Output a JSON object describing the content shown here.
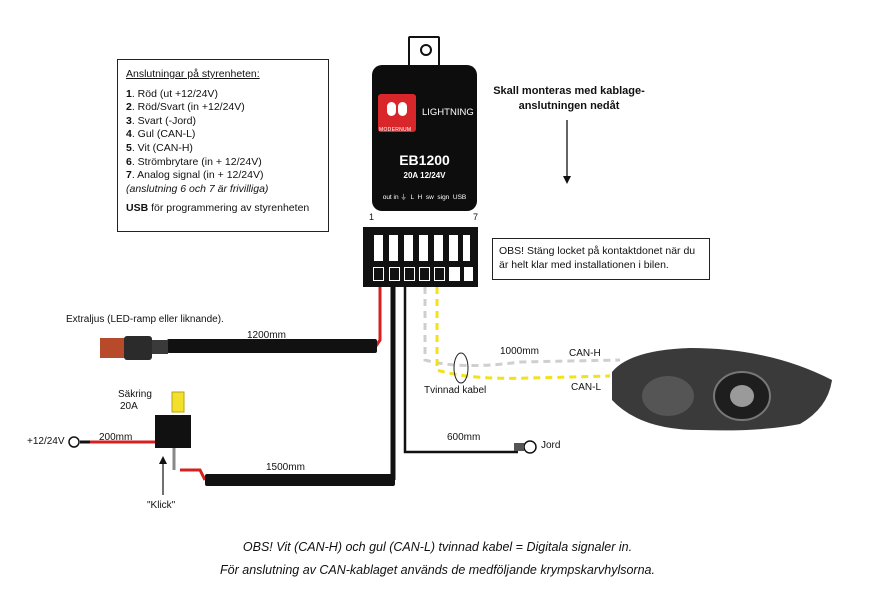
{
  "connections": {
    "title": "Anslutningar på styrenheten:",
    "items": [
      {
        "num": "1",
        "text": ". Röd (ut +12/24V)"
      },
      {
        "num": "2",
        "text": ". Röd/Svart (in +12/24V)"
      },
      {
        "num": "3",
        "text": ". Svart (-Jord)"
      },
      {
        "num": "4",
        "text": ". Gul (CAN-L)"
      },
      {
        "num": "5",
        "text": ". Vit (CAN-H)"
      },
      {
        "num": "6",
        "text": ". Strömbrytare (in + 12/24V)"
      },
      {
        "num": "7",
        "text": ". Analog signal (in + 12/24V)"
      }
    ],
    "optional_note": "(anslutning 6 och 7 är frivilliga)",
    "usb_bold": "USB",
    "usb_text": " för programmering av styrenheten"
  },
  "controller": {
    "brand": "LIGHTNING",
    "logo_text": "MODERNUM",
    "model": "EB1200",
    "rating": "20A 12/24V",
    "ports": "out in ⏚  L  H  sw  sign  USB",
    "pin_first": "1",
    "pin_last": "7"
  },
  "mount_note": "Skall monteras med kablage-\nanslutningen nedåt",
  "obs_box": "OBS! Stäng locket på kontaktdonet när du är helt klar med installationen i bilen.",
  "labels": {
    "extraljus": "Extraljus (LED-ramp eller liknande).",
    "len_1200": "1200mm",
    "sakring": "Säkring",
    "sakring_rating": "20A",
    "supply": "+12/24V",
    "len_200": "200mm",
    "len_1500": "1500mm",
    "klick": "\"Klick\"",
    "len_600": "600mm",
    "jord": "Jord",
    "tvinnad": "Tvinnad kabel",
    "len_1000": "1000mm",
    "can_h": "CAN-H",
    "can_l": "CAN-L"
  },
  "footer": {
    "line1": "OBS! Vit (CAN-H) och gul (CAN-L) tvinnad kabel = Digitala signaler in.",
    "line2": "För anslutning av CAN-kablaget används de medföljande krympskarvhylsorna."
  },
  "colors": {
    "red_wire": "#d62020",
    "yellow_wire": "#f2e21a",
    "white_wire": "#cfcfcf",
    "logo_red": "#d9262b",
    "fuse_yellow": "#f3e02a"
  }
}
